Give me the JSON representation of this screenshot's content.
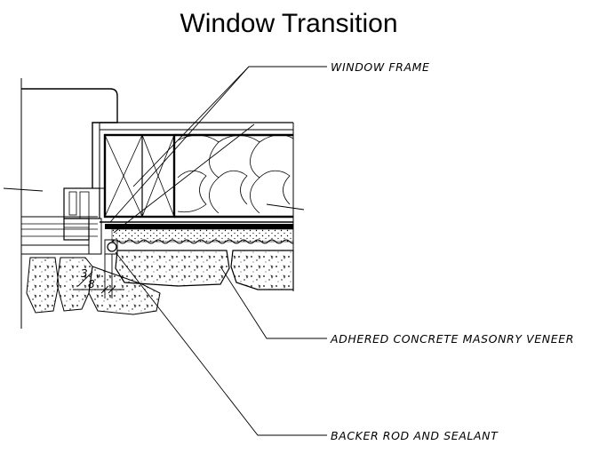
{
  "title": "Window Transition",
  "labels": {
    "window_frame": "WINDOW FRAME",
    "veneer": "ADHERED CONCRETE MASONRY VENEER",
    "backer": "BACKER ROD AND SEALANT"
  },
  "dimension": {
    "numerator": "3",
    "denominator": "8",
    "unit": "\""
  }
}
